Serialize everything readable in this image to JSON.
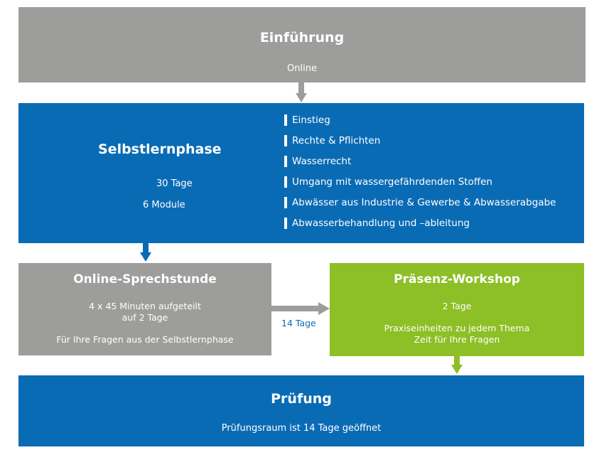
{
  "colors": {
    "gray": "#9d9d9c",
    "blue": "#0a6bb5",
    "green": "#8dbf26"
  },
  "intro": {
    "title": "Einführung",
    "subtitle": "Online"
  },
  "self_study": {
    "title": "Selbstlernphase",
    "days": "30 Tage",
    "modules": "6 Module",
    "topics": [
      "Einstieg",
      "Rechte & Pflichten",
      "Wasserrecht",
      "Umgang mit wassergefährdenden Stoffen",
      "Abwässer aus Industrie & Gewerbe & Abwasserabgabe",
      "Abwasserbehandlung und –ableitung"
    ]
  },
  "online_session": {
    "title": "Online-Sprechstunde",
    "desc_line1": "4 x 45 Minuten aufgeteilt",
    "desc_line2": "auf 2 Tage",
    "note": "Für Ihre Fragen aus der Selbstlernphase"
  },
  "connector": {
    "label": "14 Tage"
  },
  "workshop": {
    "title": "Präsenz-Workshop",
    "days": "2 Tage",
    "desc_line1": "Praxiseinheiten zu jedem Thema",
    "desc_line2": "Zeit für Ihre Fragen"
  },
  "exam": {
    "title": "Prüfung",
    "subtitle": "Prüfungsraum ist 14 Tage geöffnet"
  }
}
